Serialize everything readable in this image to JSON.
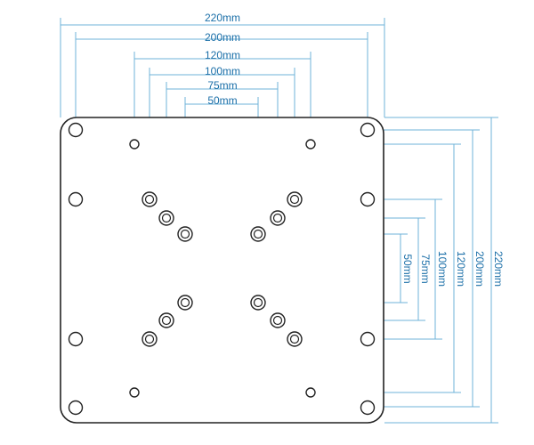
{
  "diagram": {
    "line_color": "#6fb3d8",
    "text_color": "#1b6fa8",
    "plate_stroke": "#222222",
    "horizontal_dimensions": [
      {
        "label": "220mm",
        "spacing_mm": 220
      },
      {
        "label": "200mm",
        "spacing_mm": 200
      },
      {
        "label": "120mm",
        "spacing_mm": 120
      },
      {
        "label": "100mm",
        "spacing_mm": 100
      },
      {
        "label": "75mm",
        "spacing_mm": 75
      },
      {
        "label": "50mm",
        "spacing_mm": 50
      }
    ],
    "vertical_dimensions": [
      {
        "label": "50mm",
        "spacing_mm": 50
      },
      {
        "label": "75mm",
        "spacing_mm": 75
      },
      {
        "label": "100mm",
        "spacing_mm": 100
      },
      {
        "label": "120mm",
        "spacing_mm": 120
      },
      {
        "label": "200mm",
        "spacing_mm": 200
      },
      {
        "label": "220mm",
        "spacing_mm": 220
      }
    ],
    "hole_patterns_mm": [
      200,
      120,
      100,
      75,
      50
    ]
  }
}
